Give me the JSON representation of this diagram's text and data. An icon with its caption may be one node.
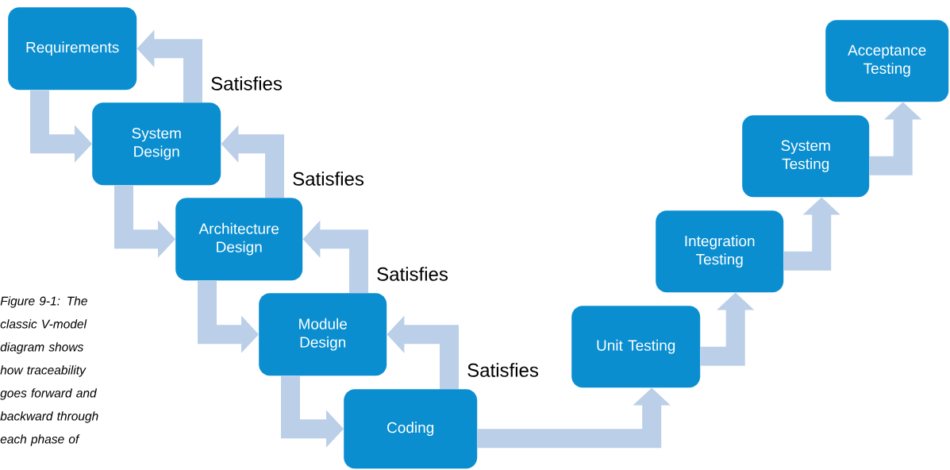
{
  "diagram": {
    "caption": "Figure 9-1: The classic V-model diagram shows how traceability goes forward and backward through each phase of",
    "nodes": [
      {
        "text": [
          "Requirements"
        ]
      },
      {
        "text": [
          "System Design"
        ]
      },
      {
        "text": [
          "Architecture Design"
        ]
      },
      {
        "text": [
          "Module Design"
        ]
      },
      {
        "text": [
          "Coding"
        ]
      },
      {
        "text": [
          "Unit Testing"
        ]
      },
      {
        "text": [
          "Integration Testing"
        ]
      },
      {
        "text": [
          "System Testing"
        ]
      },
      {
        "text": [
          "Acceptance Testing"
        ]
      }
    ],
    "edges": [
      {
        "from": 0,
        "to": 1,
        "arrow": "to"
      },
      {
        "from": 1,
        "to": 2,
        "arrow": "to"
      },
      {
        "from": 2,
        "to": 3,
        "arrow": "to"
      },
      {
        "from": 3,
        "to": 4,
        "arrow": "to"
      },
      {
        "from": 1,
        "to": 0,
        "arrow": "to",
        "label": "Satisfies"
      },
      {
        "from": 2,
        "to": 1,
        "arrow": "to",
        "label": "Satisfies"
      },
      {
        "from": 3,
        "to": 2,
        "arrow": "to",
        "label": "Satisfies"
      },
      {
        "from": 4,
        "to": 3,
        "arrow": "to",
        "label": "Satisfies"
      },
      {
        "from": 4,
        "to": 5,
        "arrow": "to"
      },
      {
        "from": 5,
        "to": 6,
        "arrow": "to"
      },
      {
        "from": 6,
        "to": 7,
        "arrow": "to"
      },
      {
        "from": 7,
        "to": 8,
        "arrow": "to"
      }
    ]
  }
}
